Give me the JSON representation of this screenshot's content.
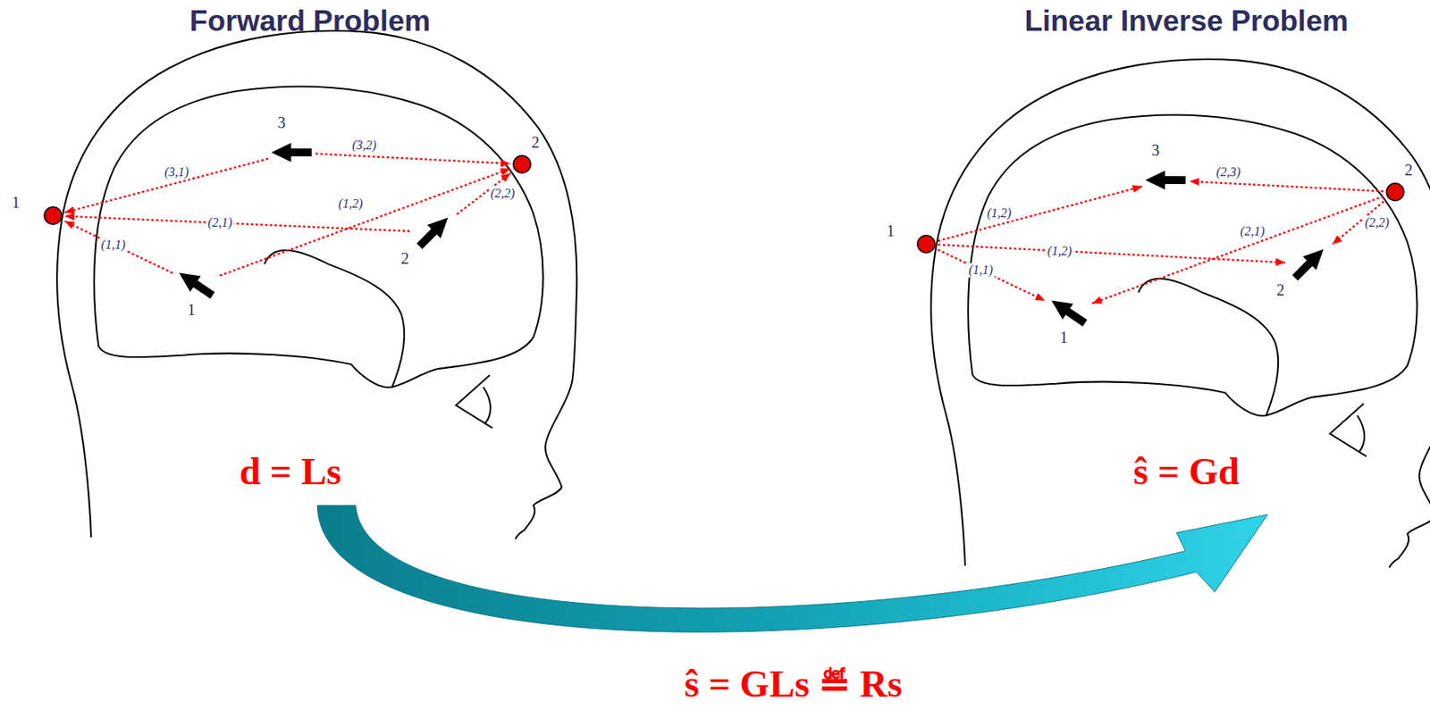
{
  "diagram": {
    "nodes": [
      {
        "text": [
          "1"
        ]
      },
      {
        "text": [
          "2"
        ]
      },
      {
        "text": [
          "1"
        ]
      },
      {
        "text": [
          "2"
        ]
      },
      {
        "text": [
          "3"
        ]
      },
      {
        "text": [
          "1"
        ]
      },
      {
        "text": [
          "2"
        ]
      },
      {
        "text": [
          "1"
        ]
      },
      {
        "text": [
          "2"
        ]
      },
      {
        "text": [
          "3"
        ]
      }
    ],
    "edges": [
      {
        "from": 4,
        "to": 0,
        "arrow": "to",
        "label": "(3,1)"
      },
      {
        "from": 4,
        "to": 1,
        "arrow": "to",
        "label": "(3,2)"
      },
      {
        "from": 3,
        "to": 0,
        "arrow": "to",
        "label": "(2,1)"
      },
      {
        "from": 2,
        "to": 0,
        "arrow": "to",
        "label": "(1,1)"
      },
      {
        "from": 2,
        "to": 1,
        "arrow": "to",
        "label": "(1,2)"
      },
      {
        "from": 3,
        "to": 1,
        "arrow": "to",
        "label": "(2,2)"
      },
      {
        "from": 5,
        "to": 9,
        "arrow": "to",
        "label": "(1,2)"
      },
      {
        "from": 5,
        "to": 8,
        "arrow": "to",
        "label": "(1,2)"
      },
      {
        "from": 5,
        "to": 7,
        "arrow": "to",
        "label": "(1,1)"
      },
      {
        "from": 6,
        "to": 9,
        "arrow": "to",
        "label": "(2,3)"
      },
      {
        "from": 6,
        "to": 7,
        "arrow": "to",
        "label": "(2,1)"
      },
      {
        "from": 6,
        "to": 8,
        "arrow": "to",
        "label": "(2,2)"
      }
    ],
    "labels": [
      "Forward Problem",
      "Linear Inverse Problem",
      "d = Ls",
      "ŝ = Gd",
      "ŝ = GLs ≝ Rs"
    ]
  }
}
